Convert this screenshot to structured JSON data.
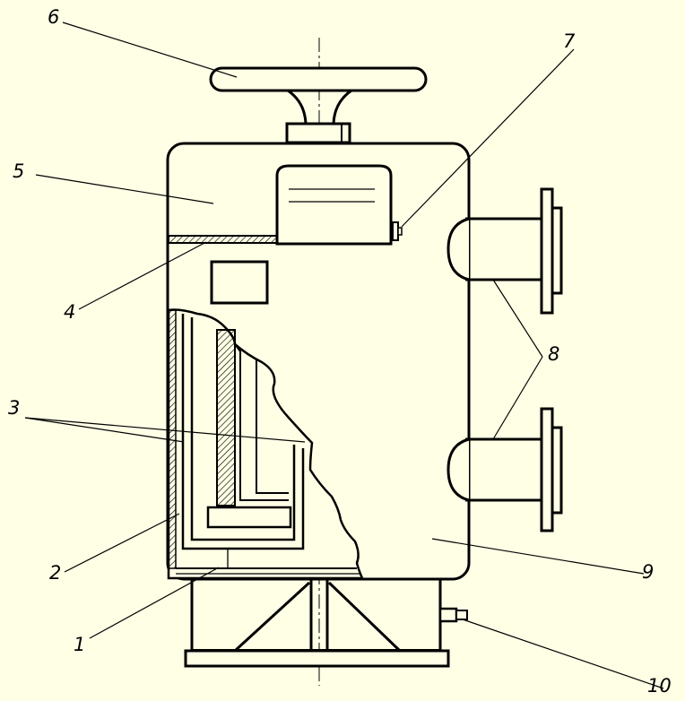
{
  "callouts": {
    "c1": "1",
    "c2": "2",
    "c3": "3",
    "c4": "4",
    "c5": "5",
    "c6": "6",
    "c7": "7",
    "c8": "8",
    "c9": "9",
    "c10": "10"
  },
  "colors": {
    "background": "#ffffe6",
    "ink": "#000000"
  }
}
